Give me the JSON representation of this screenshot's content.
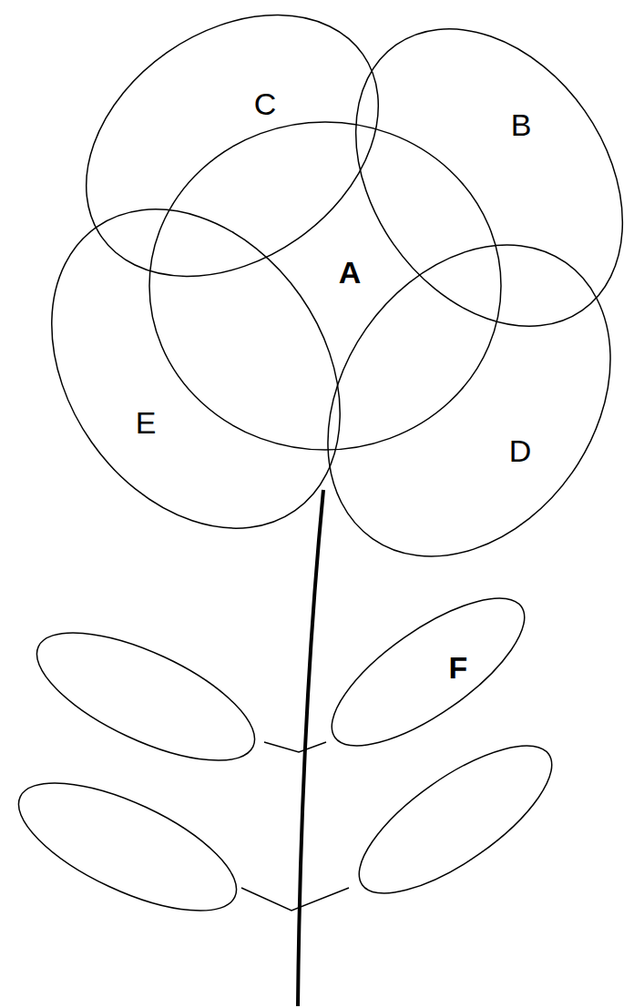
{
  "diagram": {
    "labels": [
      "C",
      "B",
      "A",
      "E",
      "D",
      "F"
    ]
  }
}
